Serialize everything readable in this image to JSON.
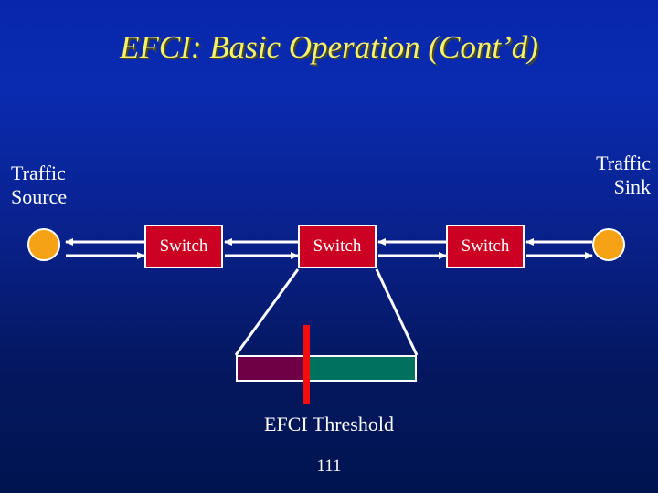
{
  "slide": {
    "title": "EFCI: Basic Operation (Cont’d)",
    "page_number": "111",
    "background_top_color": "#0726ab",
    "background_bottom_color": "#001450",
    "title_color": "#f6f26a"
  },
  "endpoints": {
    "source": {
      "label": "Traffic\nSource",
      "node_color": "#f5a216",
      "node_shape": "circle"
    },
    "sink": {
      "label": "Traffic\nSink",
      "node_color": "#f5a216",
      "node_shape": "circle"
    }
  },
  "switches": [
    {
      "label": "Switch",
      "fill_color": "#cc0022"
    },
    {
      "label": "Switch",
      "fill_color": "#cc0022"
    },
    {
      "label": "Switch",
      "fill_color": "#cc0022"
    }
  ],
  "links": {
    "line_color": "#ffffff",
    "segments": [
      {
        "from": "traffic-source",
        "to": "switch-1",
        "forward_arrow": "right",
        "reverse_arrow": "left"
      },
      {
        "from": "switch-1",
        "to": "switch-2",
        "forward_arrow": "right",
        "reverse_arrow": "left"
      },
      {
        "from": "switch-2",
        "to": "switch-3",
        "forward_arrow": "right",
        "reverse_arrow": "left"
      },
      {
        "from": "switch-3",
        "to": "traffic-sink",
        "forward_arrow": "right",
        "reverse_arrow": "left"
      }
    ]
  },
  "queue_detail": {
    "source_switch": "switch-2",
    "caption": "EFCI Threshold",
    "filled_color": "#6e0045",
    "empty_color": "#00705f",
    "filled_fraction_percent": 37,
    "threshold_marker_color": "#f50d0d",
    "outline_color": "#ffffff"
  }
}
